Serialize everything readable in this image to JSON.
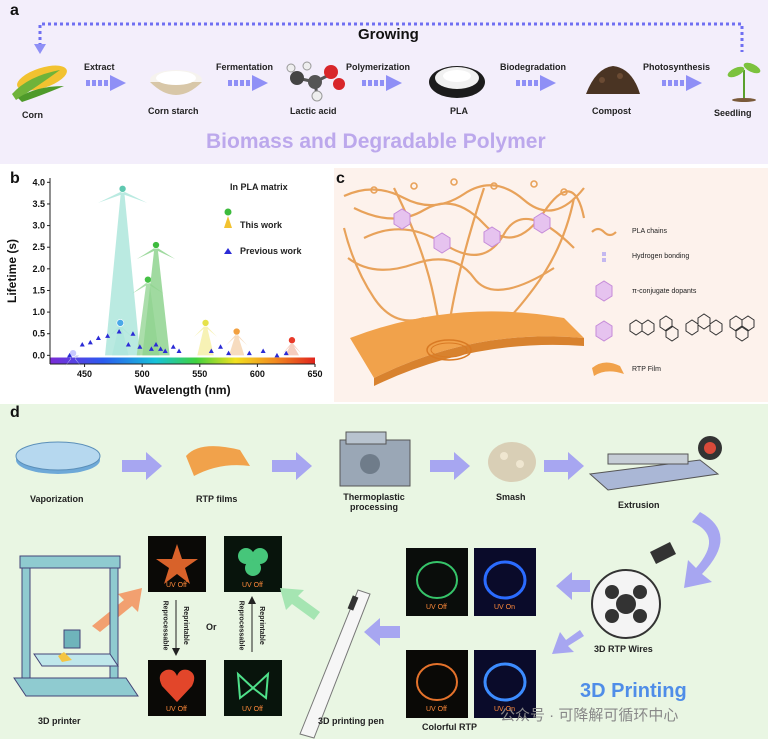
{
  "panel_a": {
    "letter": "a",
    "growing": "Growing",
    "steps": [
      "Corn",
      "Corn starch",
      "Lactic acid",
      "PLA",
      "Compost",
      "Seedling"
    ],
    "arrows": [
      "Extract",
      "Fermentation",
      "Polymerization",
      "Biodegradation",
      "Photosynthesis"
    ],
    "caption": "Biomass and Degradable Polymer"
  },
  "panel_b": {
    "letter": "b",
    "legend_title": "In PLA matrix",
    "legend_this": "This work",
    "legend_prev": "Previous work",
    "colors": {
      "accent": "#2b2bd6"
    }
  },
  "chart_data": {
    "type": "scatter",
    "xlabel": "Wavelength (nm)",
    "ylabel": "Lifetime (s)",
    "xlim": [
      420,
      650
    ],
    "ylim": [
      -0.2,
      4.1
    ],
    "xticks": [
      450,
      500,
      550,
      600,
      650
    ],
    "yticks": [
      0.0,
      0.5,
      1.0,
      1.5,
      2.0,
      2.5,
      3.0,
      3.5,
      4.0
    ],
    "series": [
      {
        "name": "This work",
        "points": [
          [
            440,
            0.05
          ],
          [
            483,
            3.85
          ],
          [
            481,
            0.75
          ],
          [
            505,
            1.75
          ],
          [
            512,
            2.55
          ],
          [
            555,
            0.75
          ],
          [
            582,
            0.55
          ],
          [
            630,
            0.35
          ]
        ]
      },
      {
        "name": "Previous work",
        "points": [
          [
            437,
            0.0
          ],
          [
            448,
            0.25
          ],
          [
            455,
            0.3
          ],
          [
            462,
            0.4
          ],
          [
            470,
            0.45
          ],
          [
            480,
            0.55
          ],
          [
            488,
            0.25
          ],
          [
            492,
            0.5
          ],
          [
            498,
            0.2
          ],
          [
            508,
            0.15
          ],
          [
            512,
            0.25
          ],
          [
            516,
            0.15
          ],
          [
            520,
            0.1
          ],
          [
            527,
            0.2
          ],
          [
            532,
            0.1
          ],
          [
            560,
            0.1
          ],
          [
            568,
            0.2
          ],
          [
            575,
            0.05
          ],
          [
            593,
            0.05
          ],
          [
            605,
            0.1
          ],
          [
            617,
            0.0
          ],
          [
            625,
            0.05
          ]
        ]
      }
    ]
  },
  "panel_c": {
    "letter": "c",
    "legend": [
      "PLA chains",
      "Hydrogen bonding",
      "π-conjugate dopants",
      "RTP Film"
    ]
  },
  "panel_d": {
    "letter": "d",
    "steps": [
      "Vaporization",
      "RTP films",
      "Thermoplastic processing",
      "Smash",
      "Extrusion"
    ],
    "wires": "3D RTP Wires",
    "printer": "3D printer",
    "pen": "3D printing pen",
    "colorful": "Colorful RTP",
    "title": "3D Printing",
    "uv_off": "UV Off",
    "uv_on": "UV On",
    "reprocessable": "Reprocessable",
    "reprintable": "Reprintable",
    "or": "Or",
    "watermark": "公众号 · 可降解可循环中心"
  }
}
